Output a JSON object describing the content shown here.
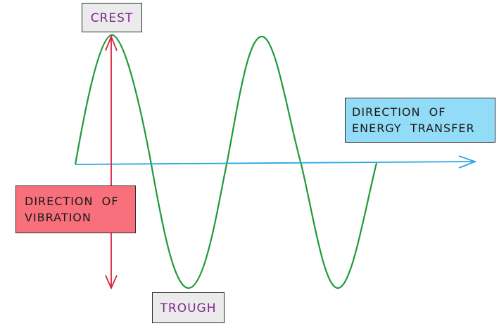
{
  "labels": {
    "crest": "CREST",
    "trough": "TROUGH",
    "vibration_line1": "DIRECTION  OF",
    "vibration_line2": "VIBRATION",
    "energy_line1": "DIRECTION  OF",
    "energy_line2": "ENERGY  TRANSFER"
  },
  "colors": {
    "wave": "#1e9a3a",
    "energy_arrow": "#2aa8e0",
    "vibration_arrow": "#d8203c",
    "crest_trough_text": "#7a2a8c",
    "vibration_box": "#f7707c",
    "energy_box": "#93dcf7",
    "marker_box": "#ebebeb"
  }
}
